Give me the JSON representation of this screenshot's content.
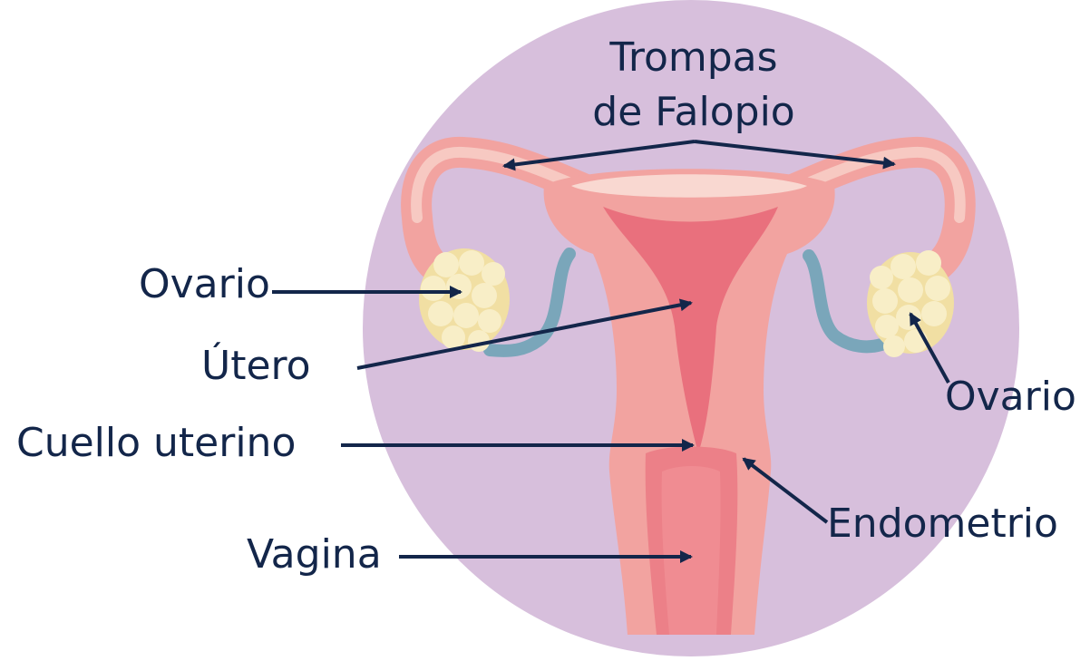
{
  "labels": {
    "trompas_line1": "Trompas",
    "trompas_line2": "de Falopio",
    "ovario_left": "Ovario",
    "ovario_right": "Ovario",
    "utero": "Útero",
    "cuello": "Cuello uterino",
    "endometrio": "Endometrio",
    "vagina": "Vagina"
  },
  "colors": {
    "background_circle": "#d7bfdc",
    "label_text": "#13264a",
    "arrow": "#13264a",
    "tissue": "#f2a3a0",
    "tissue_light": "#f7c9c2",
    "lining": "#e9707d",
    "ovary": "#f7e9b8",
    "ligament": "#8fb5c6"
  }
}
